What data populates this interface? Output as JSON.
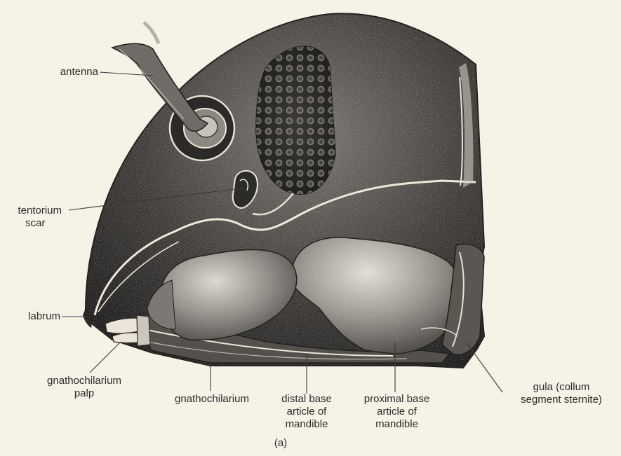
{
  "figure": {
    "caption": "(a)",
    "labels": {
      "antenna": "antenna",
      "tentorium_scar": [
        "tentorium",
        "scar"
      ],
      "labrum": "labrum",
      "gnathochilarium_palp": [
        "gnathochilarium",
        "palp"
      ],
      "gnathochilarium": "gnathochilarium",
      "distal_base": [
        "distal base",
        "article of",
        "mandible"
      ],
      "proximal_base": [
        "proximal base",
        "article of",
        "mandible"
      ],
      "gula": [
        "gula (collum",
        "segment sternite)"
      ]
    }
  }
}
